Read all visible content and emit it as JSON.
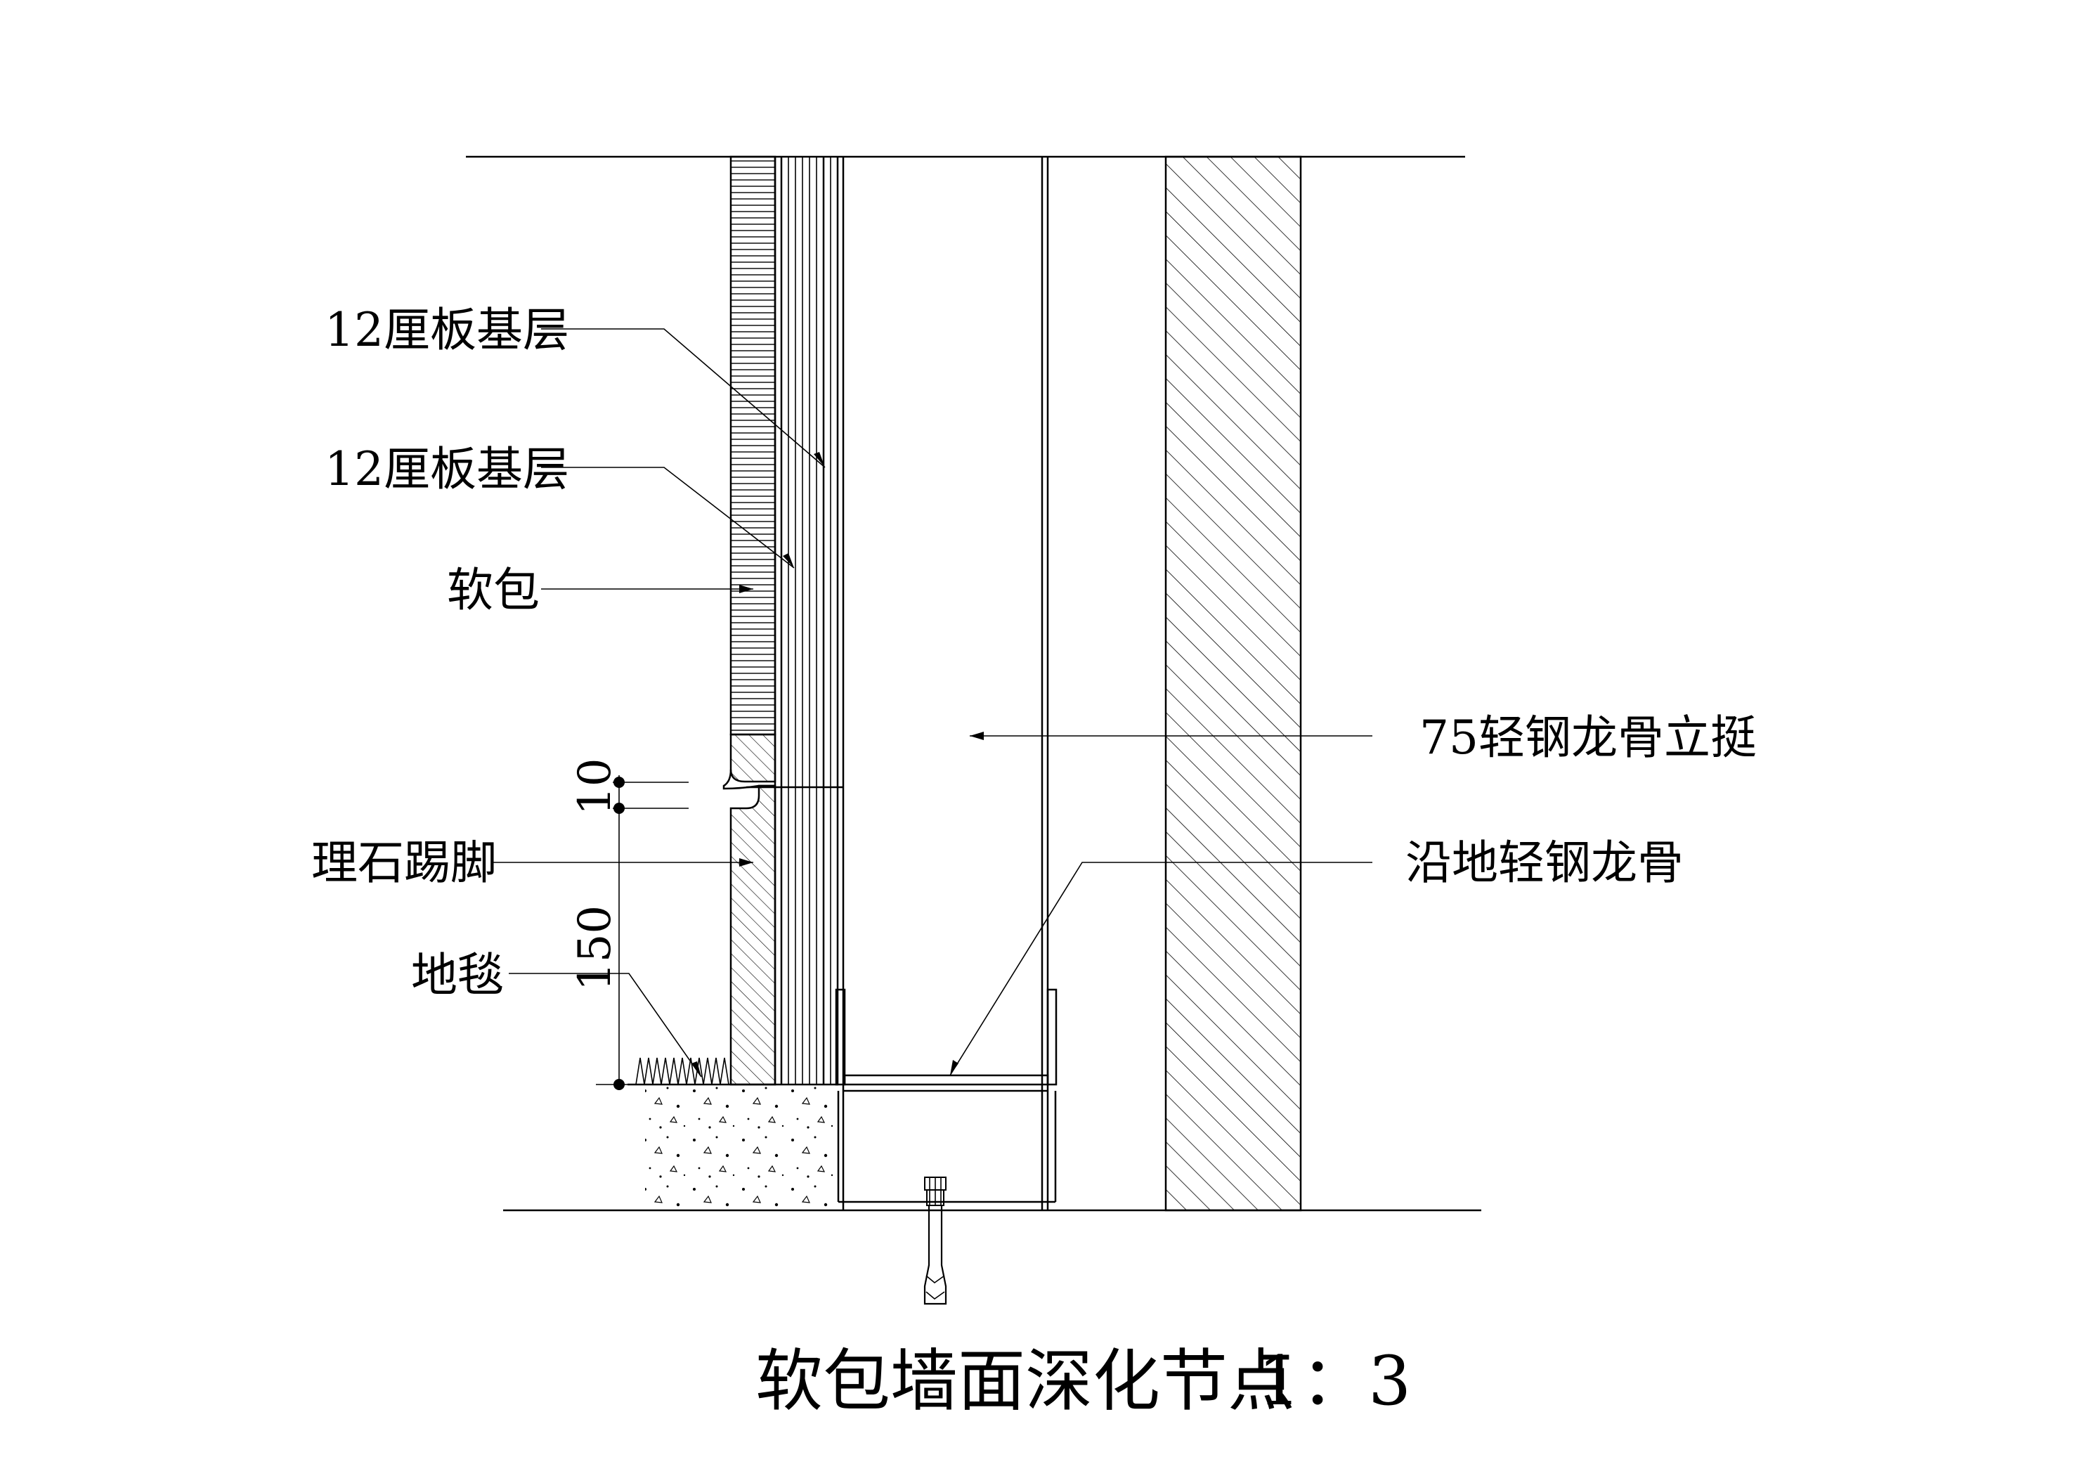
{
  "title": "软包墙面深化节点",
  "scale": "1：3",
  "labels": {
    "plywood_base_1": "12厘板基层",
    "plywood_base_2": "12厘板基层",
    "soft_pack": "软包",
    "marble_skirting": "理石踢脚",
    "carpet": "地毯",
    "steel_stud": "75轻钢龙骨立挺",
    "floor_track": "沿地轻钢龙骨"
  },
  "dimensions": {
    "gap": "10",
    "skirting_height": "150"
  }
}
